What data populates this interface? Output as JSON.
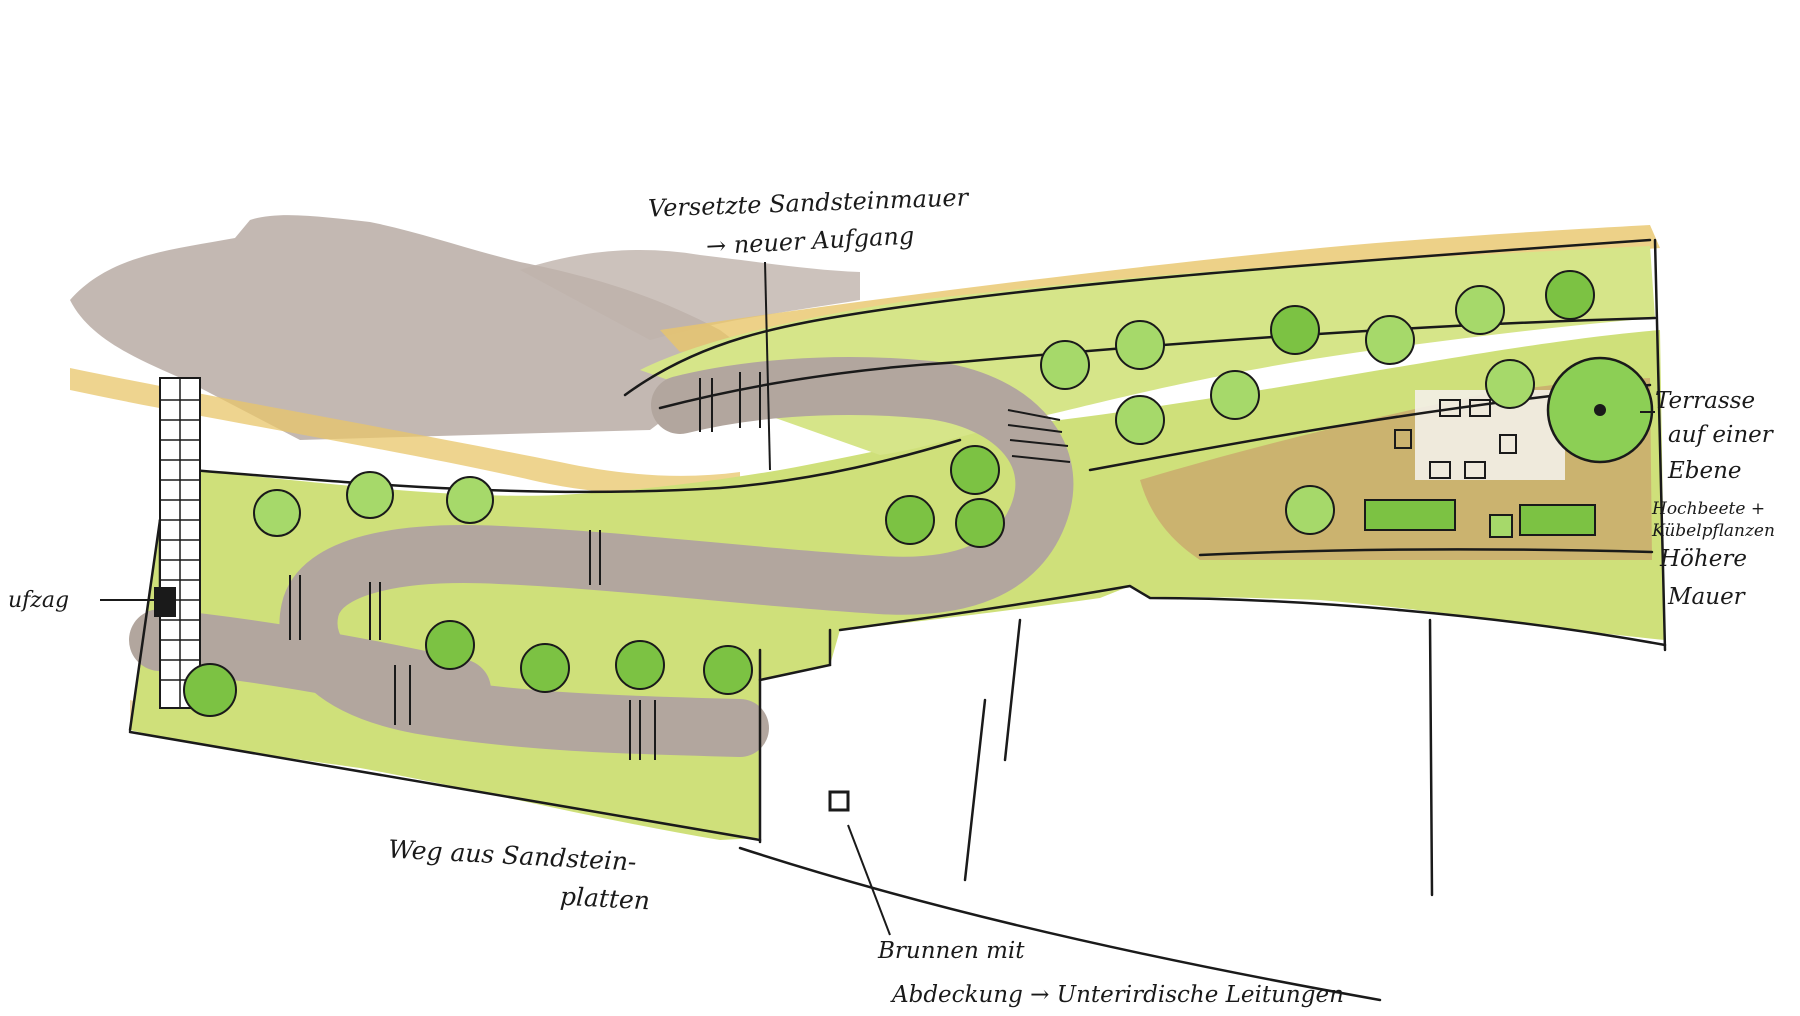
{
  "labels": {
    "wall_line1": "Versetzte Sandsteinmauer",
    "wall_line2": "→ neuer Aufgang",
    "aufzug": "ufzag",
    "terrace_line1": "Terrasse",
    "terrace_line2": "auf einer",
    "terrace_line3": "Ebene",
    "raised_beds_line1": "Hochbeete +",
    "raised_beds_line2": "Kübelpflanzen",
    "higher_wall_line1": "Höhere",
    "higher_wall_line2": "Mauer",
    "path_line1": "Weg aus Sandstein-",
    "path_line2": "platten",
    "well_line1": "Brunnen mit",
    "well_line2": "Abdeckung → Unterirdische Leitungen"
  },
  "colors": {
    "paper": "#ffffff",
    "lawn": "#c7dc6e",
    "lawn_light": "#dbe98f",
    "path": "#b2a69e",
    "path_light": "#c9bfb8",
    "sand": "#e8c56a",
    "tree": "#7cc243",
    "tree_light": "#a6d96a",
    "ink": "#1a1a1a",
    "terrace_wood": "#c9a46c"
  },
  "icons": {
    "tree": "tree-icon",
    "well": "well-icon"
  }
}
